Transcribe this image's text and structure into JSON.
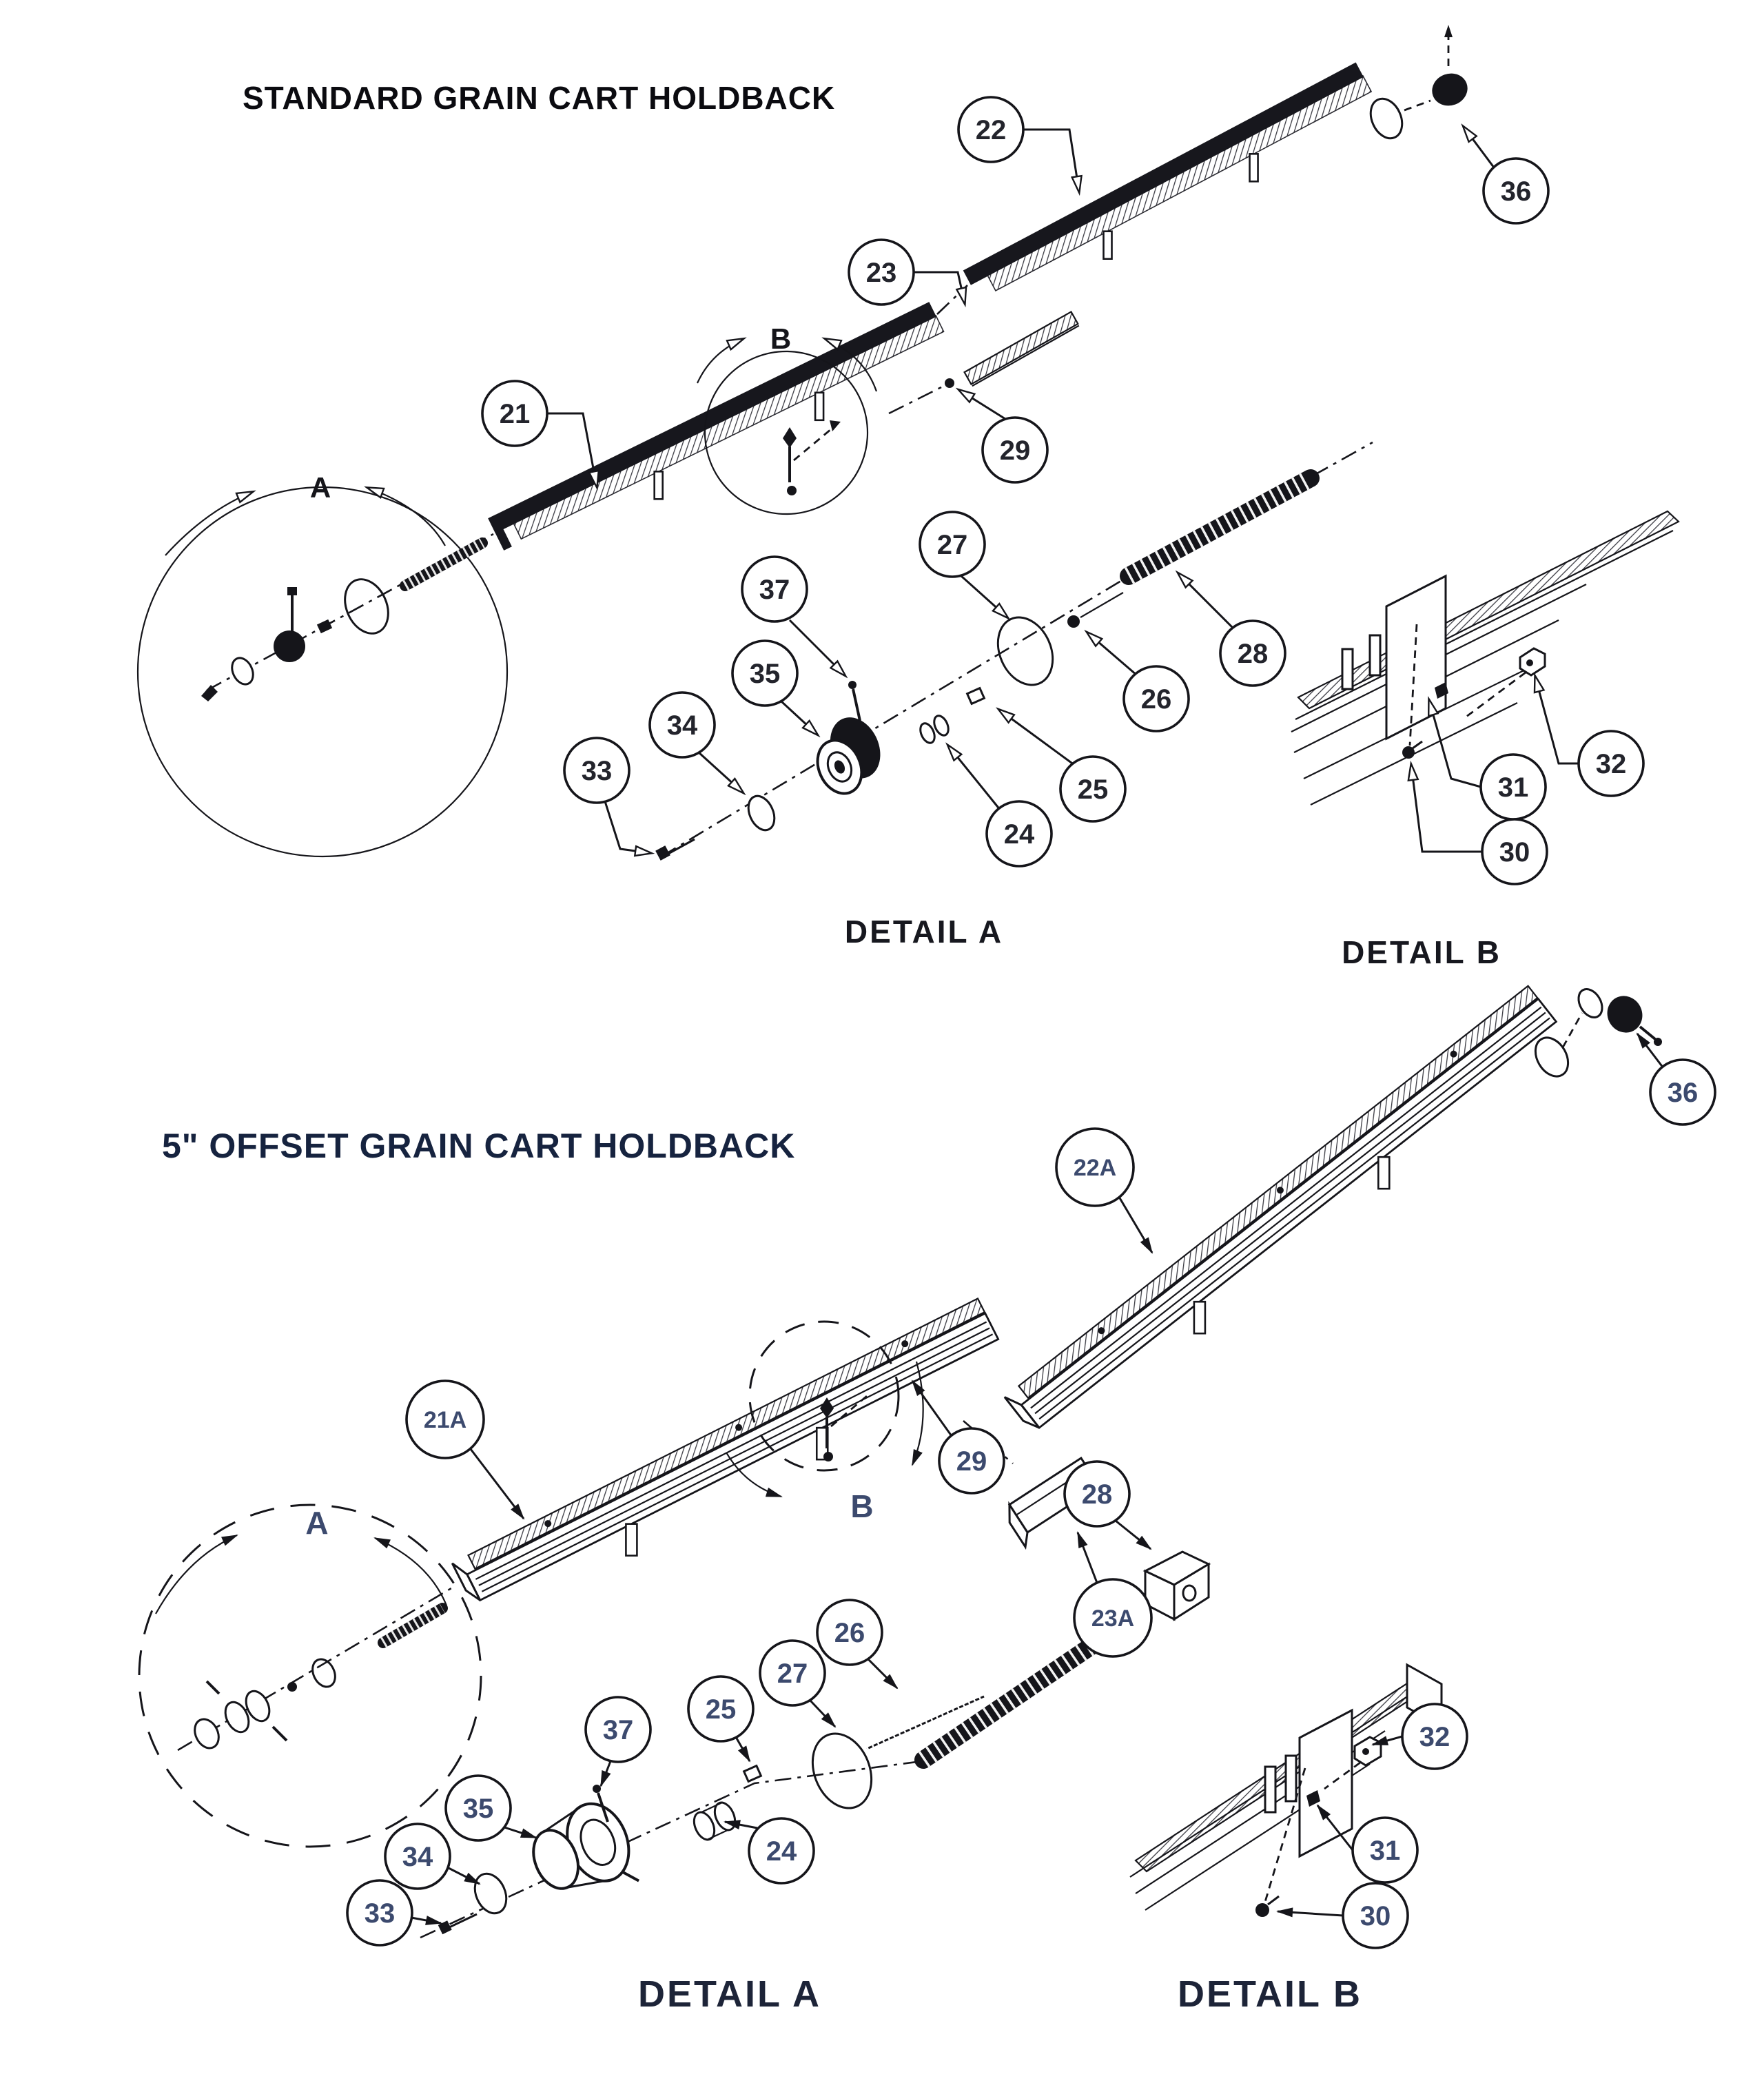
{
  "colors": {
    "paper": "#ffffff",
    "ink": "#15151a",
    "top_title": "#0b0b10",
    "bottom_title": "#16233f",
    "top_balloon_text": "#23242c",
    "bottom_balloon_text": "#3c4a6e"
  },
  "top": {
    "title": "STANDARD GRAIN CART HOLDBACK",
    "view_a": "A",
    "view_b": "B",
    "detail_a": "DETAIL  A",
    "detail_b": "DETAIL  B",
    "callouts": {
      "c21": "21",
      "c22": "22",
      "c23": "23",
      "c24": "24",
      "c25": "25",
      "c26": "26",
      "c27": "27",
      "c28": "28",
      "c29": "29",
      "c30": "30",
      "c31": "31",
      "c32": "32",
      "c33": "33",
      "c34": "34",
      "c35": "35",
      "c36": "36",
      "c37": "37"
    }
  },
  "bottom": {
    "title": "5\" OFFSET GRAIN CART HOLDBACK",
    "view_a": "A",
    "view_b": "B",
    "detail_a": "DETAIL  A",
    "detail_b": "DETAIL  B",
    "callouts": {
      "c21a": "21A",
      "c22a": "22A",
      "c23a": "23A",
      "c24": "24",
      "c25": "25",
      "c26": "26",
      "c27": "27",
      "c28": "28",
      "c29": "29",
      "c30": "30",
      "c31": "31",
      "c32": "32",
      "c33": "33",
      "c34": "34",
      "c35": "35",
      "c36": "36",
      "c37": "37"
    }
  }
}
